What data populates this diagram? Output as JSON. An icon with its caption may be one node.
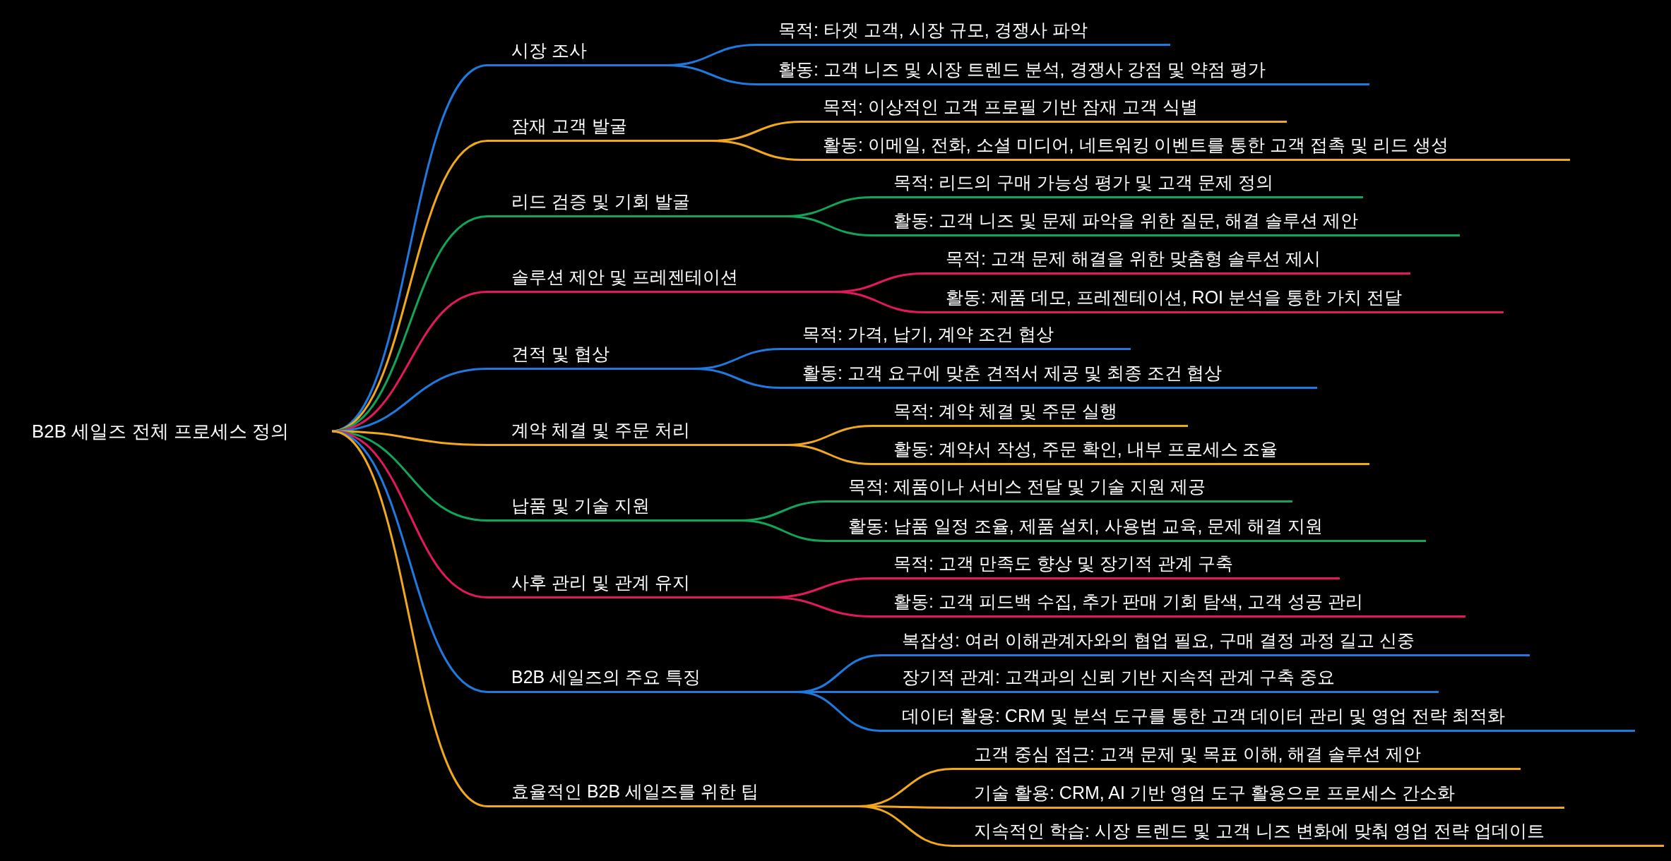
{
  "diagram": {
    "nodes": [
      {
        "text": [
          "B2B 세일즈 전체 프로세스 정의"
        ]
      },
      {
        "text": [
          "시장 조사"
        ]
      },
      {
        "text": [
          "목적: 타겟 고객, 시장 규모, 경쟁사 파악"
        ]
      },
      {
        "text": [
          "활동: 고객 니즈 및 시장 트렌드 분석, 경쟁사 강점 및 약점 평가"
        ]
      },
      {
        "text": [
          "잠재 고객 발굴"
        ]
      },
      {
        "text": [
          "목적: 이상적인 고객 프로필 기반 잠재 고객 식별"
        ]
      },
      {
        "text": [
          "활동: 이메일, 전화, 소셜 미디어, 네트워킹 이벤트를 통한 고객 접촉 및 리드 생성"
        ]
      },
      {
        "text": [
          "리드 검증 및 기회 발굴"
        ]
      },
      {
        "text": [
          "목적: 리드의 구매 가능성 평가 및 고객 문제 정의"
        ]
      },
      {
        "text": [
          "활동: 고객 니즈 및 문제 파악을 위한 질문, 해결 솔루션 제안"
        ]
      },
      {
        "text": [
          "솔루션 제안 및 프레젠테이션"
        ]
      },
      {
        "text": [
          "목적: 고객 문제 해결을 위한 맞춤형 솔루션 제시"
        ]
      },
      {
        "text": [
          "활동: 제품 데모, 프레젠테이션, ROI 분석을 통한 가치 전달"
        ]
      },
      {
        "text": [
          "견적 및 협상"
        ]
      },
      {
        "text": [
          "목적: 가격, 납기, 계약 조건 협상"
        ]
      },
      {
        "text": [
          "활동: 고객 요구에 맞춘 견적서 제공 및 최종 조건 협상"
        ]
      },
      {
        "text": [
          "계약 체결 및 주문 처리"
        ]
      },
      {
        "text": [
          "목적: 계약 체결 및 주문 실행"
        ]
      },
      {
        "text": [
          "활동: 계약서 작성, 주문 확인, 내부 프로세스 조율"
        ]
      },
      {
        "text": [
          "납품 및 기술 지원"
        ]
      },
      {
        "text": [
          "목적: 제품이나 서비스 전달 및 기술 지원 제공"
        ]
      },
      {
        "text": [
          "활동: 납품 일정 조율, 제품 설치, 사용법 교육, 문제 해결 지원"
        ]
      },
      {
        "text": [
          "사후 관리 및 관계 유지"
        ]
      },
      {
        "text": [
          "목적: 고객 만족도 향상 및 장기적 관계 구축"
        ]
      },
      {
        "text": [
          "활동: 고객 피드백 수집, 추가 판매 기회 탐색, 고객 성공 관리"
        ]
      },
      {
        "text": [
          "B2B 세일즈의 주요 특징"
        ]
      },
      {
        "text": [
          "복잡성: 여러 이해관계자와의 협업 필요, 구매 결정 과정 길고 신중"
        ]
      },
      {
        "text": [
          "장기적 관계: 고객과의 신뢰 기반 지속적 관계 구축 중요"
        ]
      },
      {
        "text": [
          "데이터 활용: CRM 및 분석 도구를 통한 고객 데이터 관리 및 영업 전략 최적화"
        ]
      },
      {
        "text": [
          "효율적인 B2B 세일즈를 위한 팁"
        ]
      },
      {
        "text": [
          "고객 중심 접근: 고객 문제 및 목표 이해, 해결 솔루션 제안"
        ]
      },
      {
        "text": [
          "기술 활용: CRM, AI 기반 영업 도구 활용으로 프로세스 간소화"
        ]
      },
      {
        "text": [
          "지속적인 학습: 시장 트렌드 및 고객 니즈 변화에 맞춰 영업 전략 업데이트"
        ]
      }
    ],
    "edges": [
      {
        "from": 0,
        "to": 1,
        "arrow": "none",
        "color": "#1f7ae0"
      },
      {
        "from": 1,
        "to": 2,
        "arrow": "none",
        "color": "#1f7ae0"
      },
      {
        "from": 1,
        "to": 3,
        "arrow": "none",
        "color": "#1f7ae0"
      },
      {
        "from": 0,
        "to": 4,
        "arrow": "none",
        "color": "#f2a81d"
      },
      {
        "from": 4,
        "to": 5,
        "arrow": "none",
        "color": "#f2a81d"
      },
      {
        "from": 4,
        "to": 6,
        "arrow": "none",
        "color": "#f2a81d"
      },
      {
        "from": 0,
        "to": 7,
        "arrow": "none",
        "color": "#12a55a"
      },
      {
        "from": 7,
        "to": 8,
        "arrow": "none",
        "color": "#12a55a"
      },
      {
        "from": 7,
        "to": 9,
        "arrow": "none",
        "color": "#12a55a"
      },
      {
        "from": 0,
        "to": 10,
        "arrow": "none",
        "color": "#e3185d"
      },
      {
        "from": 10,
        "to": 11,
        "arrow": "none",
        "color": "#e3185d"
      },
      {
        "from": 10,
        "to": 12,
        "arrow": "none",
        "color": "#e3185d"
      },
      {
        "from": 0,
        "to": 13,
        "arrow": "none",
        "color": "#1f7ae0"
      },
      {
        "from": 13,
        "to": 14,
        "arrow": "none",
        "color": "#1f7ae0"
      },
      {
        "from": 13,
        "to": 15,
        "arrow": "none",
        "color": "#1f7ae0"
      },
      {
        "from": 0,
        "to": 16,
        "arrow": "none",
        "color": "#f2a81d"
      },
      {
        "from": 16,
        "to": 17,
        "arrow": "none",
        "color": "#f2a81d"
      },
      {
        "from": 16,
        "to": 18,
        "arrow": "none",
        "color": "#f2a81d"
      },
      {
        "from": 0,
        "to": 19,
        "arrow": "none",
        "color": "#12a55a"
      },
      {
        "from": 19,
        "to": 20,
        "arrow": "none",
        "color": "#12a55a"
      },
      {
        "from": 19,
        "to": 21,
        "arrow": "none",
        "color": "#12a55a"
      },
      {
        "from": 0,
        "to": 22,
        "arrow": "none",
        "color": "#e3185d"
      },
      {
        "from": 22,
        "to": 23,
        "arrow": "none",
        "color": "#e3185d"
      },
      {
        "from": 22,
        "to": 24,
        "arrow": "none",
        "color": "#e3185d"
      },
      {
        "from": 0,
        "to": 25,
        "arrow": "none",
        "color": "#1f7ae0"
      },
      {
        "from": 25,
        "to": 26,
        "arrow": "none",
        "color": "#1f7ae0"
      },
      {
        "from": 25,
        "to": 27,
        "arrow": "none",
        "color": "#1f7ae0"
      },
      {
        "from": 25,
        "to": 28,
        "arrow": "none",
        "color": "#1f7ae0"
      },
      {
        "from": 0,
        "to": 29,
        "arrow": "none",
        "color": "#f2a81d"
      },
      {
        "from": 29,
        "to": 30,
        "arrow": "none",
        "color": "#f2a81d"
      },
      {
        "from": 29,
        "to": 31,
        "arrow": "none",
        "color": "#f2a81d"
      },
      {
        "from": 29,
        "to": 32,
        "arrow": "none",
        "color": "#f2a81d"
      }
    ]
  }
}
